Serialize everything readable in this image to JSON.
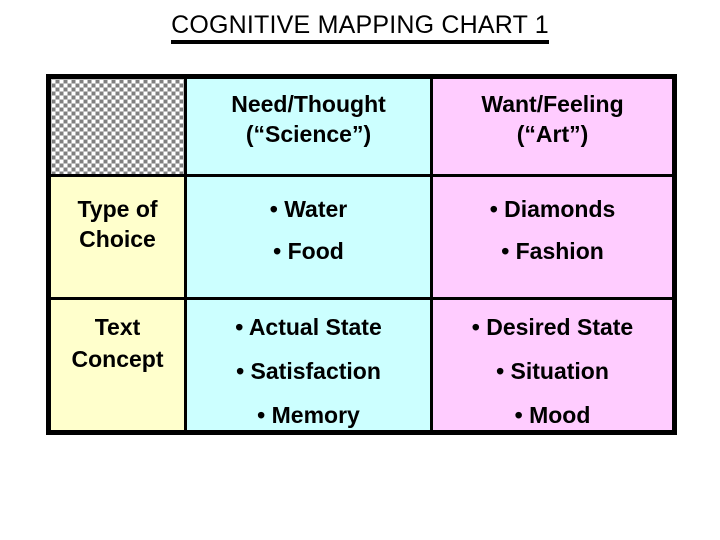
{
  "page": {
    "title": "COGNITIVE MAPPING CHART 1",
    "background_color": "#ffffff",
    "text_color": "#000000"
  },
  "colors": {
    "border": "#000000",
    "science_column_fill": "#ccffff",
    "art_column_fill": "#ffccff",
    "row_label_fill": "#ffffcc",
    "corner_checker_dark": "#808080",
    "corner_checker_light": "#ffffff"
  },
  "table": {
    "corner_cell": {
      "icon": "checkerboard-pattern",
      "text": ""
    },
    "columns": [
      {
        "key": "row_label",
        "header_line1": "",
        "header_line2": ""
      },
      {
        "key": "science",
        "header_line1": "Need/Thought",
        "header_line2": "(“Science”)"
      },
      {
        "key": "art",
        "header_line1": "Want/Feeling",
        "header_line2": "(“Art”)"
      }
    ],
    "rows": [
      {
        "key": "type_of_choice",
        "label_line1": "Type of",
        "label_line2": "Choice",
        "science_items": [
          "• Water",
          "• Food"
        ],
        "art_items": [
          "• Diamonds",
          "• Fashion"
        ]
      },
      {
        "key": "text_concept",
        "label_line1": "Text",
        "label_line2": "Concept",
        "science_items": [
          "• Actual State",
          "• Satisfaction",
          "• Memory"
        ],
        "art_items": [
          "• Desired State",
          "• Situation",
          "• Mood"
        ]
      }
    ]
  }
}
